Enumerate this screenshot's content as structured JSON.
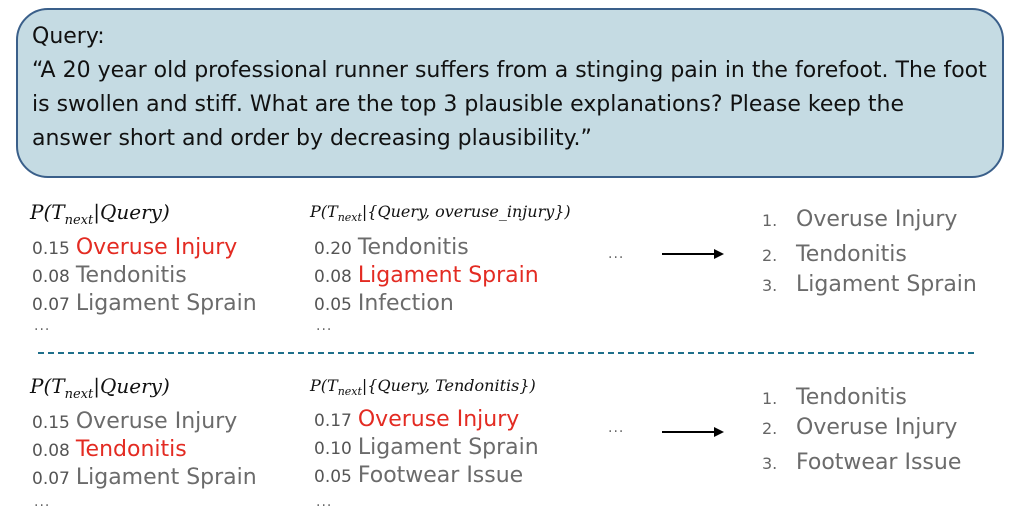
{
  "query": {
    "title": "Query:",
    "text": "“A 20 year old professional runner suffers from a stinging pain in the forefoot. The foot is swollen and stiff. What are the top 3 plausible explanations? Please keep the answer short and order by decreasing plausibility.”"
  },
  "colors": {
    "highlight": "#e32b22",
    "box_fill": "#c5dbe3",
    "box_border": "#3a5f8a",
    "divider": "#1f6f8b"
  },
  "panels": [
    {
      "col1_formula": {
        "pre": "P(T",
        "sub": "next",
        "post": "|Query)"
      },
      "col1": [
        {
          "p": "0.15",
          "label": "Overuse Injury",
          "highlight": true
        },
        {
          "p": "0.08",
          "label": "Tendonitis",
          "highlight": false
        },
        {
          "p": "0.07",
          "label": "Ligament Sprain",
          "highlight": false
        }
      ],
      "col2_formula": {
        "pre": "P(T",
        "sub": "next",
        "post": "|{Query, overuse_injury})"
      },
      "col2": [
        {
          "p": "0.20",
          "label": "Tendonitis",
          "highlight": false
        },
        {
          "p": "0.08",
          "label": "Ligament Sprain",
          "highlight": true
        },
        {
          "p": "0.05",
          "label": "Infection",
          "highlight": false
        }
      ],
      "ellipsis": "...",
      "ranked": [
        {
          "n": "1.",
          "label": "Overuse Injury"
        },
        {
          "n": "2.",
          "label": "Tendonitis"
        },
        {
          "n": "3.",
          "label": "Ligament Sprain"
        }
      ]
    },
    {
      "col1_formula": {
        "pre": "P(T",
        "sub": "next",
        "post": "|Query)"
      },
      "col1": [
        {
          "p": "0.15",
          "label": "Overuse Injury",
          "highlight": false
        },
        {
          "p": "0.08",
          "label": "Tendonitis",
          "highlight": true
        },
        {
          "p": "0.07",
          "label": "Ligament Sprain",
          "highlight": false
        }
      ],
      "col2_formula": {
        "pre": "P(T",
        "sub": "next",
        "post": "|{Query, Tendonitis})"
      },
      "col2": [
        {
          "p": "0.17",
          "label": "Overuse Injury",
          "highlight": true
        },
        {
          "p": "0.10",
          "label": "Ligament Sprain",
          "highlight": false
        },
        {
          "p": "0.05",
          "label": "Footwear Issue",
          "highlight": false
        }
      ],
      "ellipsis": "...",
      "ranked": [
        {
          "n": "1.",
          "label": "Tendonitis"
        },
        {
          "n": "2.",
          "label": "Overuse Injury"
        },
        {
          "n": "3.",
          "label": "Footwear Issue"
        }
      ]
    }
  ]
}
